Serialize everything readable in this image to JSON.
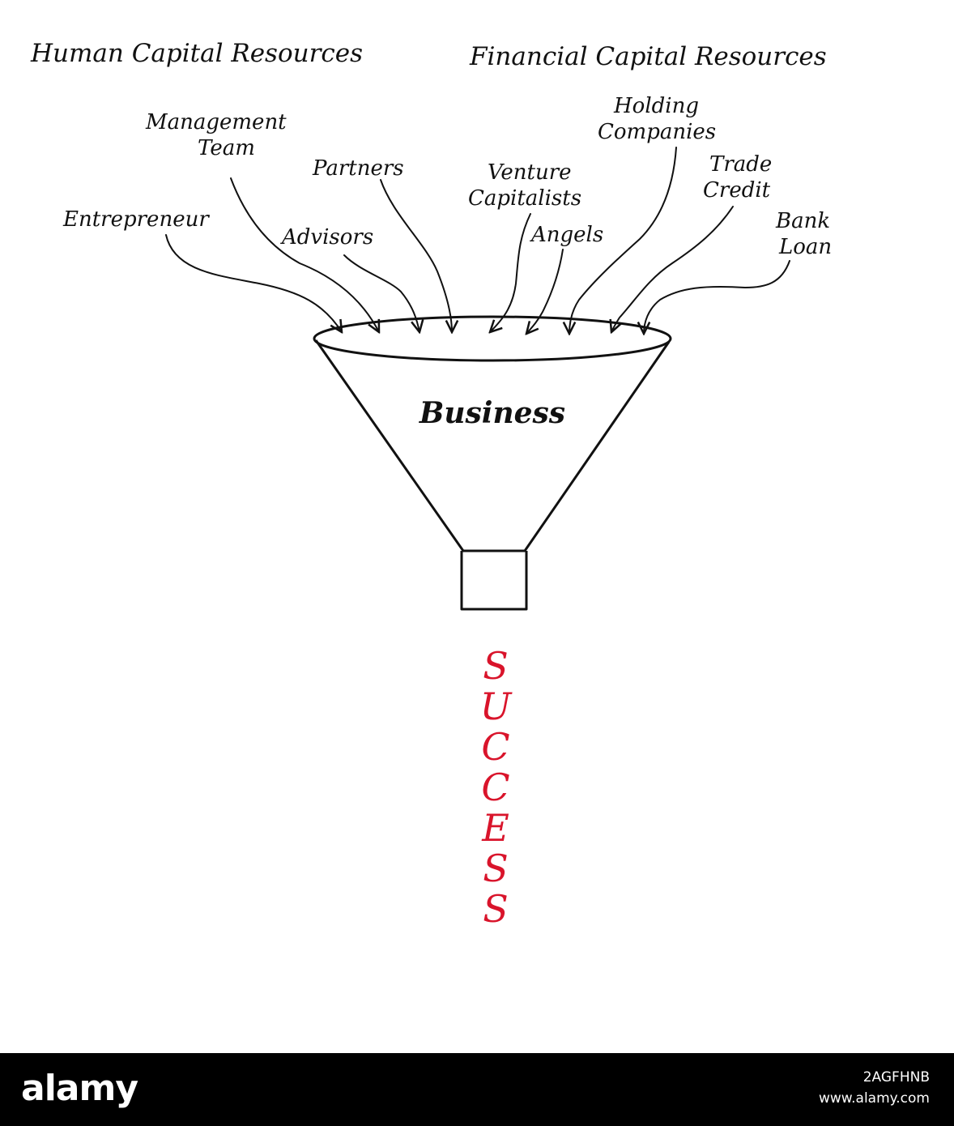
{
  "headers": {
    "human": "Human Capital Resources",
    "financial": "Financial Capital Resources"
  },
  "sources": {
    "management_l1": "Management",
    "management_l2": "Team",
    "partners": "Partners",
    "entrepreneur": "Entrepreneur",
    "advisors": "Advisors",
    "holding_l1": "Holding",
    "holding_l2": "Companies",
    "venture_l1": "Venture",
    "venture_l2": "Capitalists",
    "angels": "Angels",
    "trade_l1": "Trade",
    "trade_l2": "Credit",
    "bank_l1": "Bank",
    "bank_l2": "Loan"
  },
  "funnel_label": "Business",
  "outcome_letters": [
    "S",
    "U",
    "C",
    "C",
    "E",
    "S",
    "S"
  ],
  "footer": {
    "logo": "alamy",
    "image_id": "2AGFHNB",
    "site": "www.alamy.com"
  },
  "colors": {
    "ink": "#111111",
    "outcome": "#d9142b",
    "footer_bg": "#000000"
  }
}
